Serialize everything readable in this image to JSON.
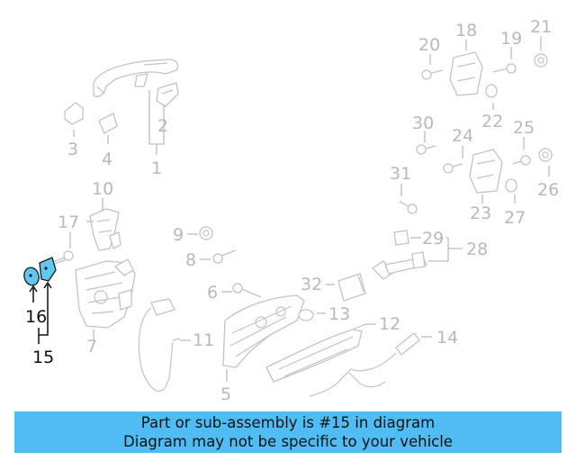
{
  "diagram": {
    "callouts": {
      "c1": "1",
      "c2": "2",
      "c3": "3",
      "c4": "4",
      "c5": "5",
      "c6": "6",
      "c7": "7",
      "c8": "8",
      "c9": "9",
      "c10": "10",
      "c11": "11",
      "c12": "12",
      "c13": "13",
      "c14": "14",
      "c15": "15",
      "c16": "16",
      "c17": "17",
      "c18": "18",
      "c19": "19",
      "c20": "20",
      "c21": "21",
      "c22": "22",
      "c23": "23",
      "c24": "24",
      "c25": "25",
      "c26": "26",
      "c27": "27",
      "c28": "28",
      "c29": "29",
      "c30": "30",
      "c31": "31",
      "c32": "32"
    },
    "highlighted_parts": [
      "15",
      "16"
    ],
    "highlight_color": "#5ec8f2",
    "line_color": "#c3c3c3"
  },
  "banner": {
    "line1": "Part or sub-assembly is #15 in diagram",
    "line2": "Diagram may not be specific to your vehicle",
    "background": "#4fbdf4"
  }
}
